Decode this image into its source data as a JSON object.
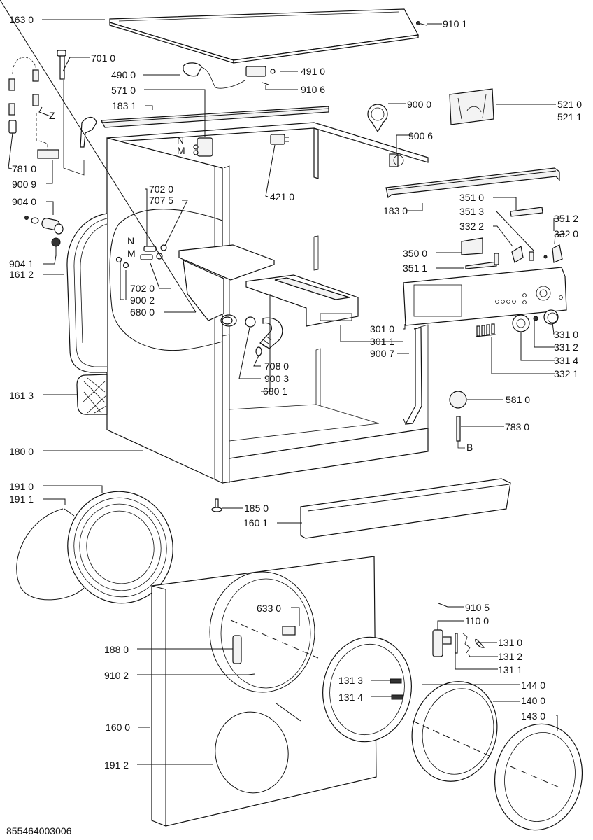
{
  "document": {
    "type": "exploded-parts-diagram",
    "footer_code": "855464003006"
  },
  "letters": {
    "Z": "Z",
    "N": "N",
    "M": "M",
    "B": "B"
  },
  "callouts": {
    "c1630": "163 0",
    "c9101": "910 1",
    "c7010": "701 0",
    "c4900": "490 0",
    "c4910": "491 0",
    "c5710": "571 0",
    "c9106": "910 6",
    "c1831": "183 1",
    "c9000": "900 0",
    "c5210": "521 0",
    "c5211": "521 1",
    "c9006": "900 6",
    "c7810": "781 0",
    "c9009": "900 9",
    "c4210": "421 0",
    "c9040": "904 0",
    "c7020a": "702 0",
    "c7075": "707 5",
    "c1830": "183 0",
    "c3510": "351 0",
    "c3513": "351 3",
    "c3512": "351 2",
    "c3322": "332 2",
    "c3320": "332 0",
    "c9041": "904 1",
    "c1612": "161 2",
    "c3500": "350 0",
    "c3511": "351 1",
    "c7020b": "702 0",
    "c9002": "900 2",
    "c6800": "680 0",
    "c3010": "301 0",
    "c3310": "331 0",
    "c3011": "301 1",
    "c3312": "331 2",
    "c9007": "900 7",
    "c3314": "331 4",
    "c7080": "708 0",
    "c3321": "332 1",
    "c9003": "900 3",
    "c6801": "680 1",
    "c1613": "161 3",
    "c5810": "581 0",
    "c7830": "783 0",
    "c1800": "180 0",
    "c1910": "191 0",
    "c1911": "191 1",
    "c1850": "185 0",
    "c1601": "160 1",
    "c9105": "910 5",
    "c6330": "633 0",
    "c1100": "110 0",
    "c1880": "188 0",
    "c1310": "131 0",
    "c1312": "131 2",
    "c9102": "910 2",
    "c1311": "131 1",
    "c1313": "131 3",
    "c1440": "144 0",
    "c1314": "131 4",
    "c1400": "140 0",
    "c1600": "160 0",
    "c1430": "143 0",
    "c1912": "191 2"
  }
}
